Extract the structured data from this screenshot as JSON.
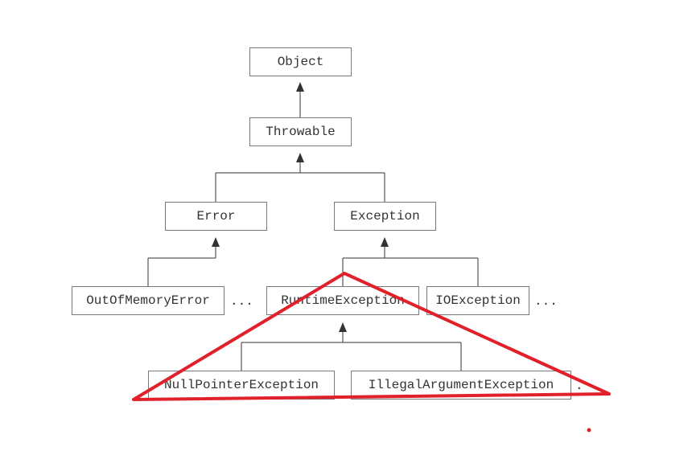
{
  "diagram": {
    "nodes": {
      "object": "Object",
      "throwable": "Throwable",
      "error": "Error",
      "exception": "Exception",
      "out_of_memory_error": "OutOfMemoryError",
      "runtime_exception": "RuntimeException",
      "io_exception": "IOException",
      "null_pointer_exception": "NullPointerException",
      "illegal_argument_exception": "IllegalArgumentException"
    },
    "ellipsis": {
      "after_out_of_memory_error": "...",
      "after_io_exception": "...",
      "after_illegal_argument_exception": "."
    },
    "colors": {
      "box_border": "#7a7a7a",
      "connector": "#333333",
      "annotation": "#e0202a"
    }
  }
}
